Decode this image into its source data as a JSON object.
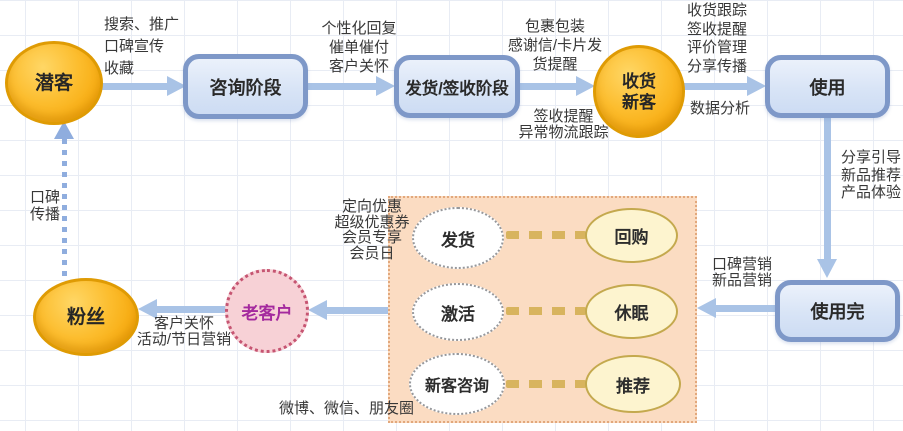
{
  "nodes": {
    "qianke": "潜客",
    "zixun": "咨询阶段",
    "fahuo": "发货/签收阶段",
    "shouhuo_line1": "收货",
    "shouhuo_line2": "新客",
    "shiyong": "使用",
    "shiyongwan": "使用完",
    "laokehu": "老客户",
    "fensi": "粉丝"
  },
  "panel": {
    "rows": [
      {
        "left": "发货",
        "right": "回购"
      },
      {
        "left": "激活",
        "right": "休眠"
      },
      {
        "left": "新客咨询",
        "right": "推荐"
      }
    ]
  },
  "annotations": {
    "search": [
      "搜索、推广",
      "口碑宣传",
      "收藏"
    ],
    "personalized": [
      "个性化回复",
      "催单催付",
      "客户关怀"
    ],
    "package": [
      "包裹包装",
      "感谢信/卡片发",
      "货提醒"
    ],
    "sign": [
      "签收提醒",
      "异常物流跟踪"
    ],
    "receive_track": [
      "收货跟踪",
      "签收提醒",
      "评价管理",
      "分享传播"
    ],
    "data_analysis": "数据分析",
    "share_guide": [
      "分享引导",
      "新品推荐",
      "产品体验"
    ],
    "word_marketing": [
      "口碑营销",
      "新品营销"
    ],
    "targeted": [
      "定向优惠",
      "超级优惠券",
      "会员专享",
      "会员日"
    ],
    "care": [
      "客户关怀",
      "活动/节日营销"
    ],
    "word_spread": [
      "口碑",
      "传播"
    ],
    "social": "微博、微信、朋友圈"
  },
  "colors": {
    "node_orange_border": "#df9b04",
    "stage_blue_border": "#7e98c8",
    "arrow_blue": "#a9c3e6",
    "dot_blue": "#8fadde",
    "panel_fill": "#fbdcc2",
    "panel_border": "#e2a87c",
    "yellow_fill": "#fdf4cf",
    "yellow_border": "#c4a94e",
    "dash_gold": "#d8b45e",
    "pink_fill": "#f7d1d6",
    "pink_border": "#c65572",
    "pink_text": "#a42a9e"
  }
}
